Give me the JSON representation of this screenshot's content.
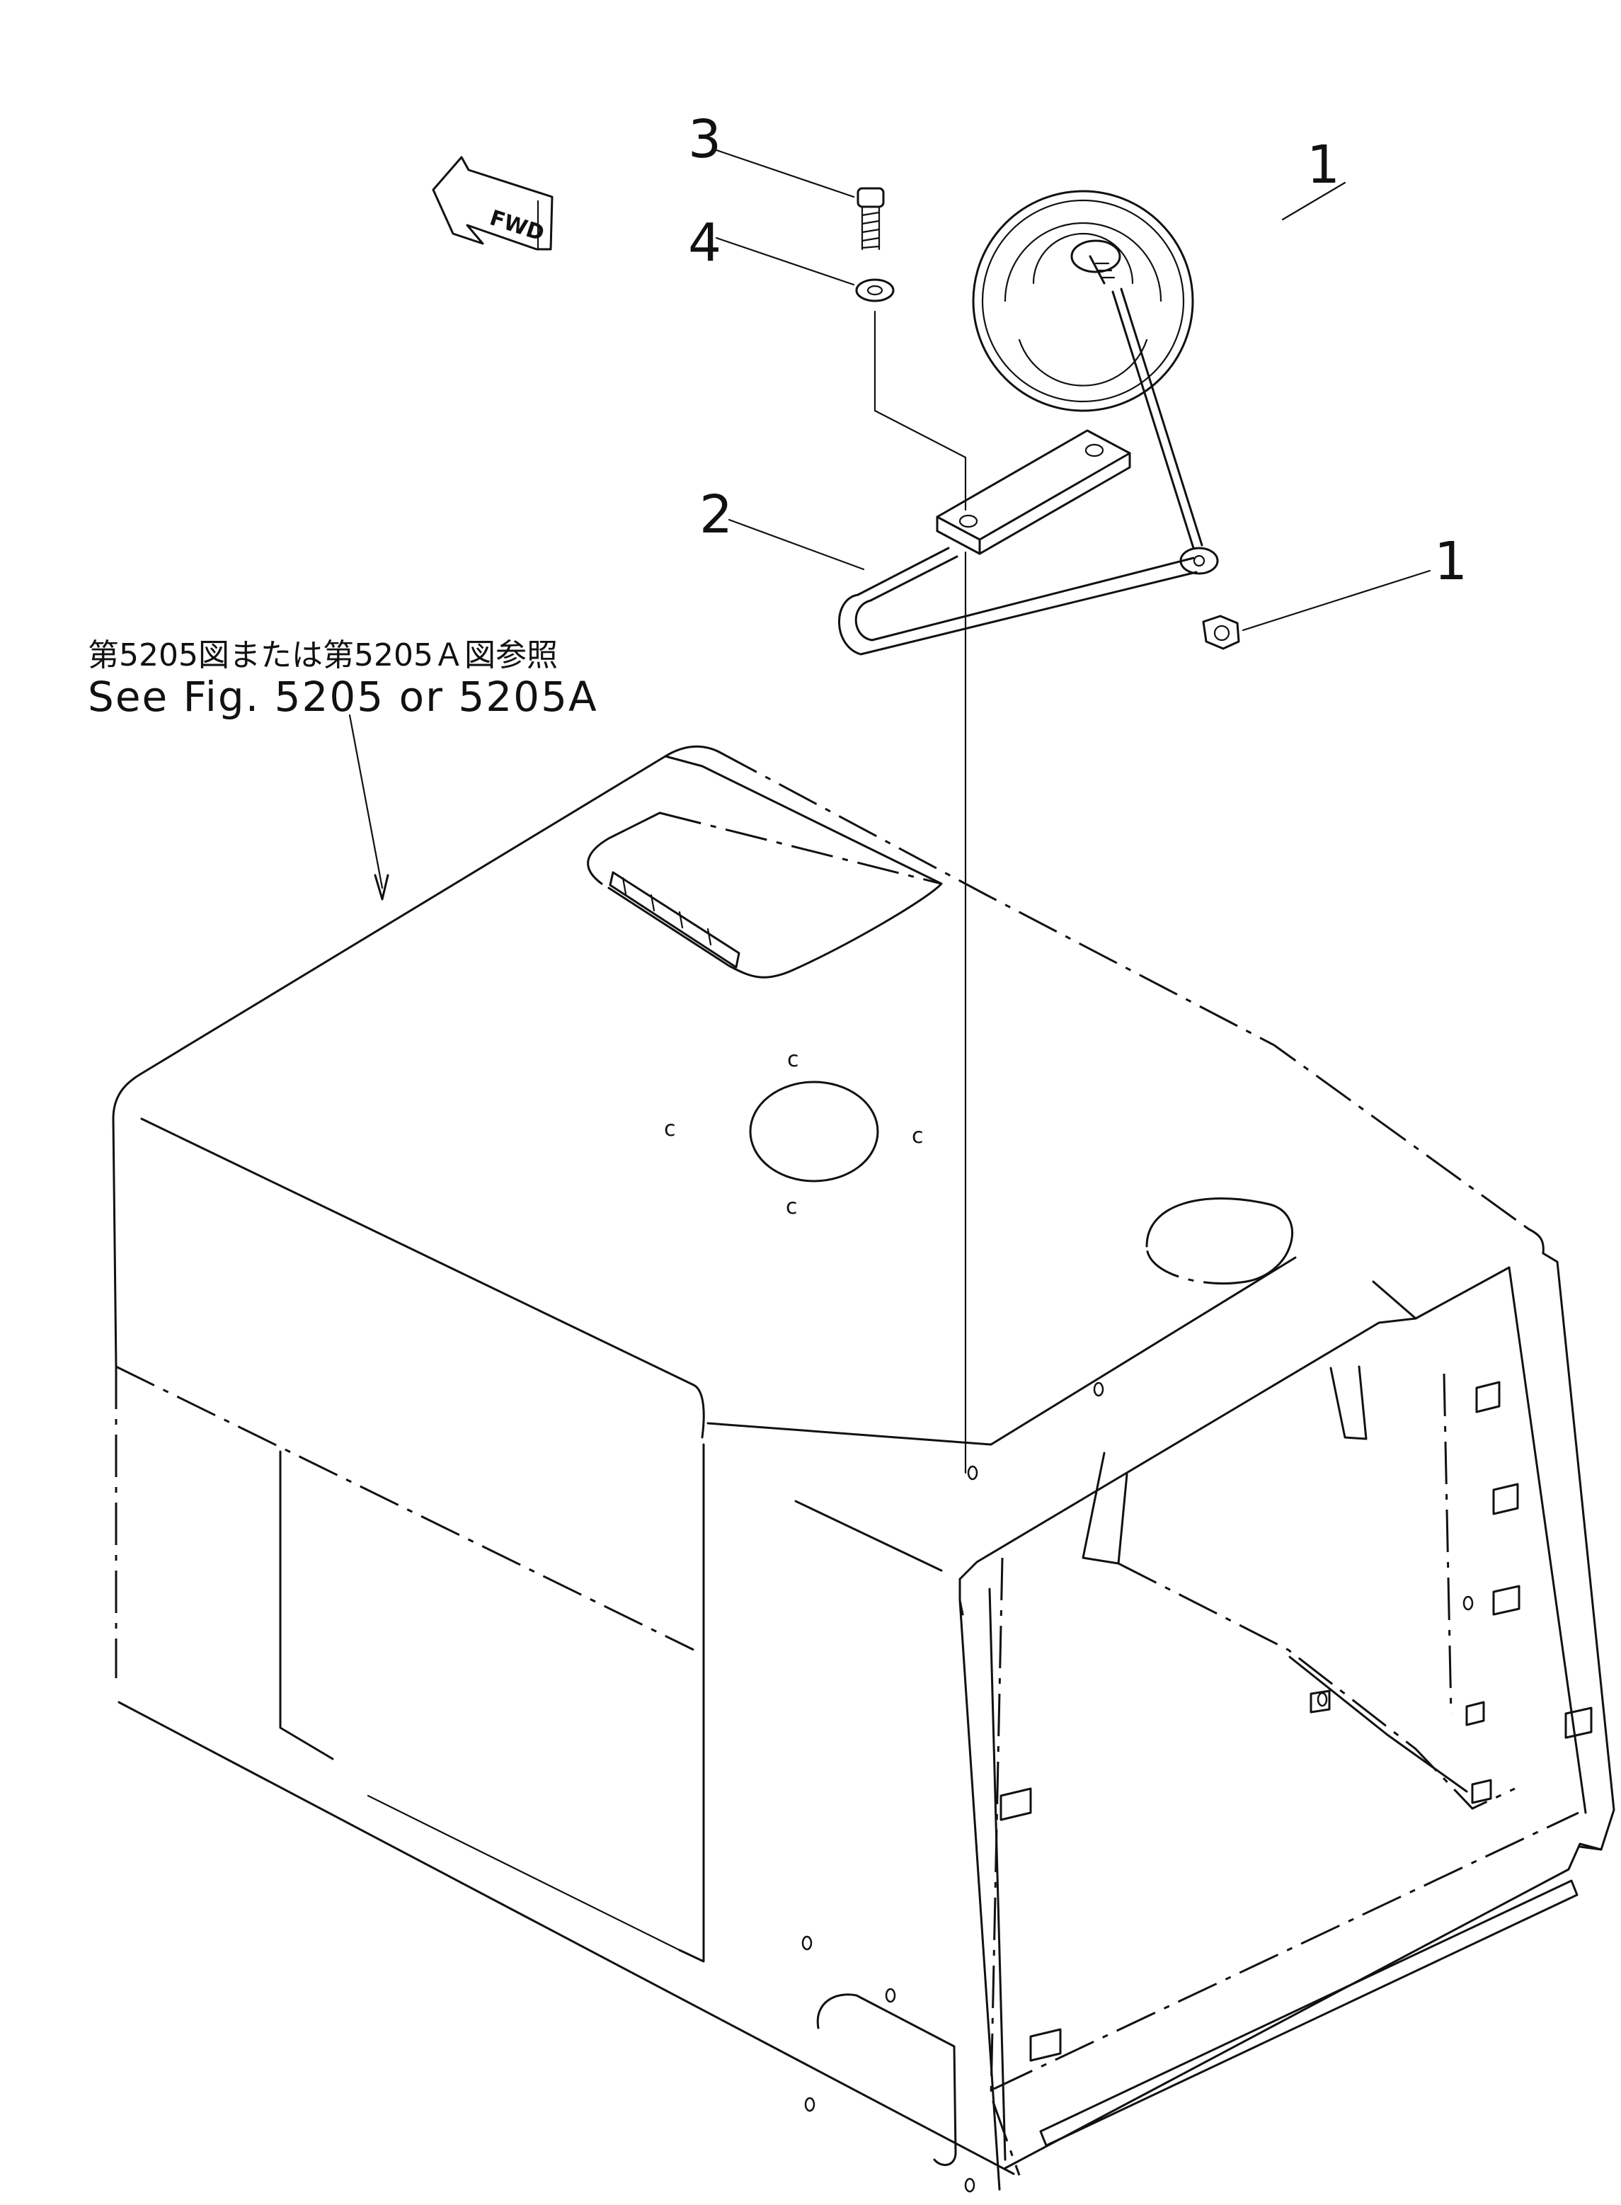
{
  "callouts": {
    "part_1_horn": "1",
    "part_1_nut": "1",
    "part_2": "2",
    "part_3": "3",
    "part_4": "4"
  },
  "reference": {
    "japanese": "第5205図または第5205Ａ図参照",
    "english": "See Fig. 5205 or 5205A"
  },
  "direction_marker": "FWD"
}
